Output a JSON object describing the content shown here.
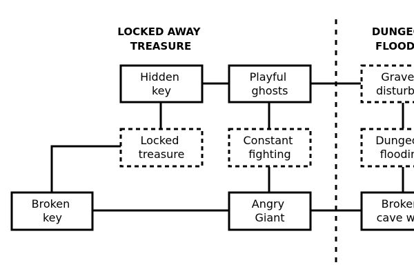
{
  "sections": {
    "left_heading": [
      "LOCKED AWAY",
      "TREASURE"
    ],
    "right_heading": [
      "DUNGEON",
      "FLOODED"
    ]
  },
  "nodes": {
    "hidden_key": [
      "Hidden",
      "key"
    ],
    "playful_ghosts": [
      "Playful",
      "ghosts"
    ],
    "graves_disturbed": [
      "Graves",
      "disturbed"
    ],
    "locked_treasure": [
      "Locked",
      "treasure"
    ],
    "constant_fighting": [
      "Constant",
      "fighting"
    ],
    "dungeon_flooding": [
      "Dungeon",
      "flooding"
    ],
    "broken_key": [
      "Broken",
      "key"
    ],
    "angry_giant": [
      "Angry",
      "Giant"
    ],
    "broken_cave_wall": [
      "Broken",
      "cave wall"
    ]
  }
}
